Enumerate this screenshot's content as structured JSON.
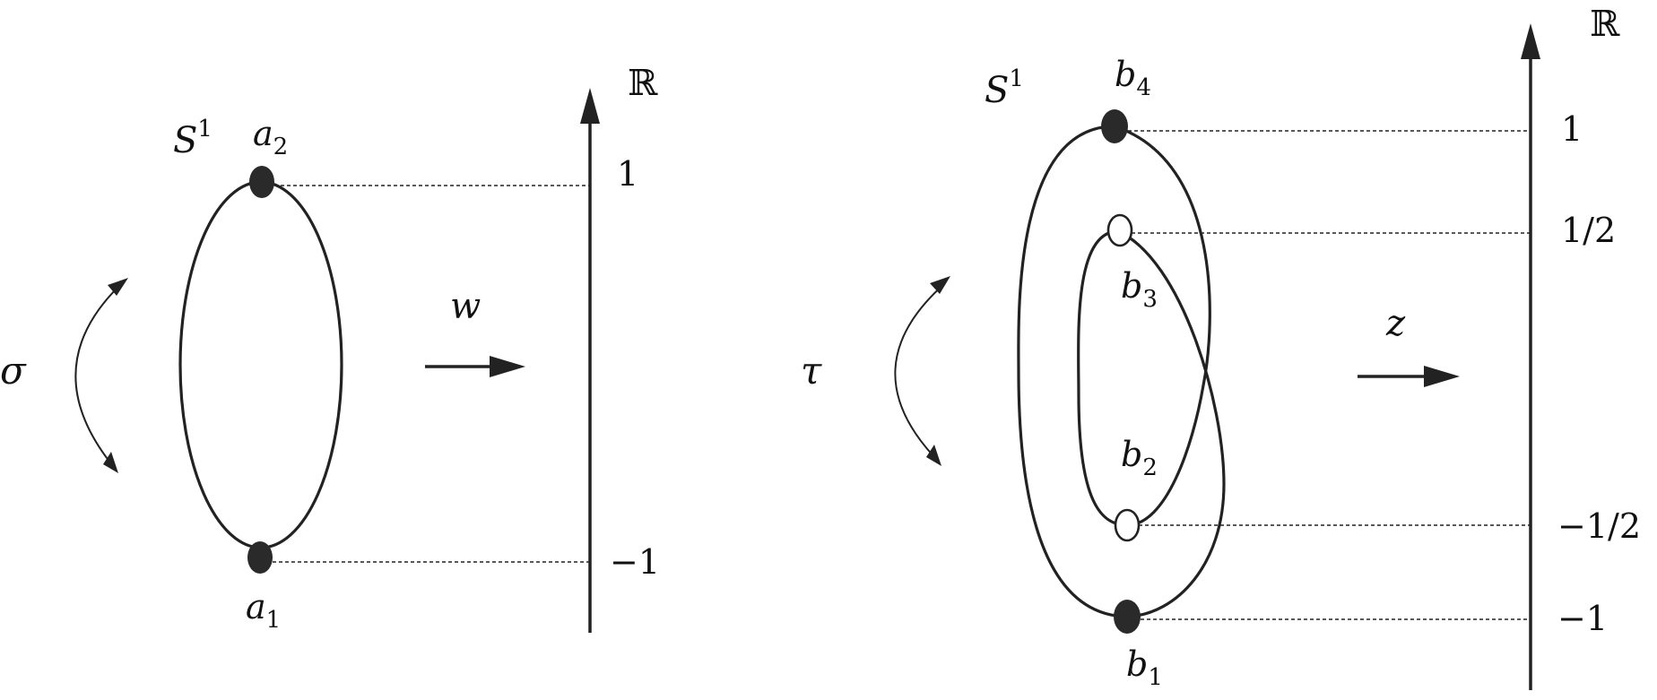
{
  "left": {
    "circle_label": "S",
    "circle_label_sup": "1",
    "top_point": {
      "base": "a",
      "sub": "2"
    },
    "bottom_point": {
      "base": "a",
      "sub": "1"
    },
    "involution": "σ",
    "map": "w",
    "target_label": "ℝ",
    "ticks": [
      "1",
      "−1"
    ]
  },
  "right": {
    "circle_label": "S",
    "circle_label_sup": "1",
    "points": [
      {
        "base": "b",
        "sub": "4"
      },
      {
        "base": "b",
        "sub": "3"
      },
      {
        "base": "b",
        "sub": "2"
      },
      {
        "base": "b",
        "sub": "1"
      }
    ],
    "involution": "τ",
    "map": "z",
    "target_label": "ℝ",
    "ticks": [
      "1",
      "1/2",
      "−1/2",
      "−1"
    ]
  }
}
